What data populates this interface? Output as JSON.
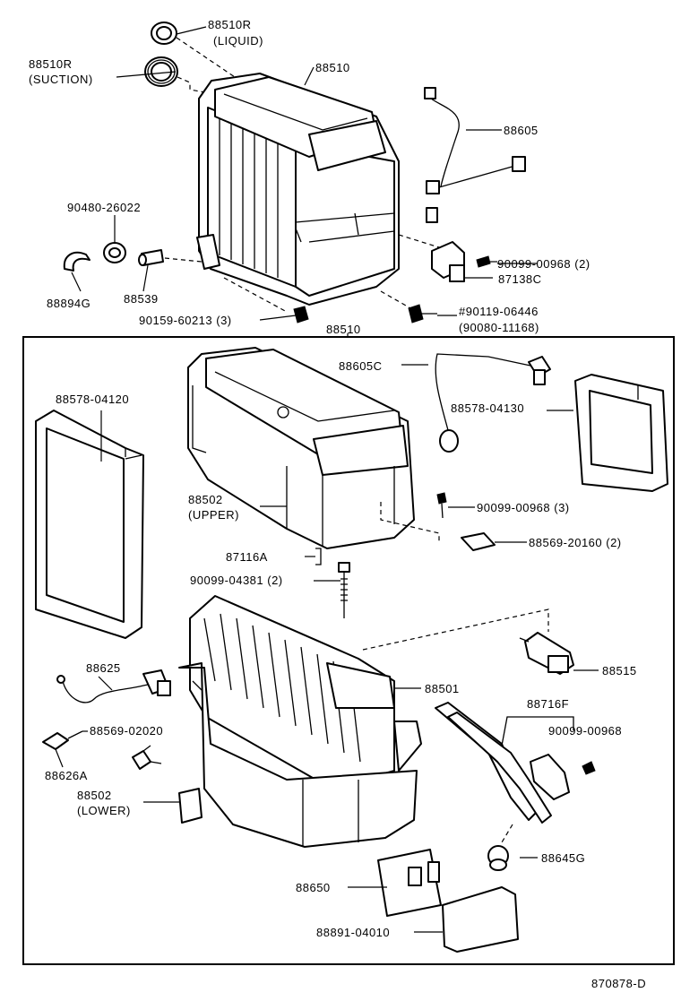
{
  "diagram": {
    "footer_code": "870878-D",
    "assembly_label": "88510",
    "labels": {
      "p_88510r_liquid": "88510R",
      "p_88510r_liquid_note": "(LIQUID)",
      "p_88510r_suction": "88510R",
      "p_88510r_suction_note": "(SUCTION)",
      "p_88510_top": "88510",
      "p_88605": "88605",
      "p_90480_26022": "90480-26022",
      "p_88894g": "88894G",
      "p_88539": "88539",
      "p_90159_60213": "90159-60213 (3)",
      "p_90099_00968_2": "90099-00968 (2)",
      "p_87138c": "87138C",
      "p_90119_06446": "#90119-06446",
      "p_90080_11168": "(90080-11168)",
      "p_88605c": "88605C",
      "p_88578_04120": "88578-04120",
      "p_88578_04130": "88578-04130",
      "p_88502_upper": "88502",
      "p_88502_upper_note": "(UPPER)",
      "p_90099_00968_3": "90099-00968 (3)",
      "p_87116a": "87116A",
      "p_88569_20160": "88569-20160 (2)",
      "p_90099_04381": "90099-04381 (2)",
      "p_88625": "88625",
      "p_88501": "88501",
      "p_88515": "88515",
      "p_88569_02020": "88569-02020",
      "p_88716f": "88716F",
      "p_90099_00968": "90099-00968",
      "p_88626a": "88626A",
      "p_88502_lower": "88502",
      "p_88502_lower_note": "(LOWER)",
      "p_88645g": "88645G",
      "p_88650": "88650",
      "p_88891_04010": "88891-04010"
    }
  }
}
